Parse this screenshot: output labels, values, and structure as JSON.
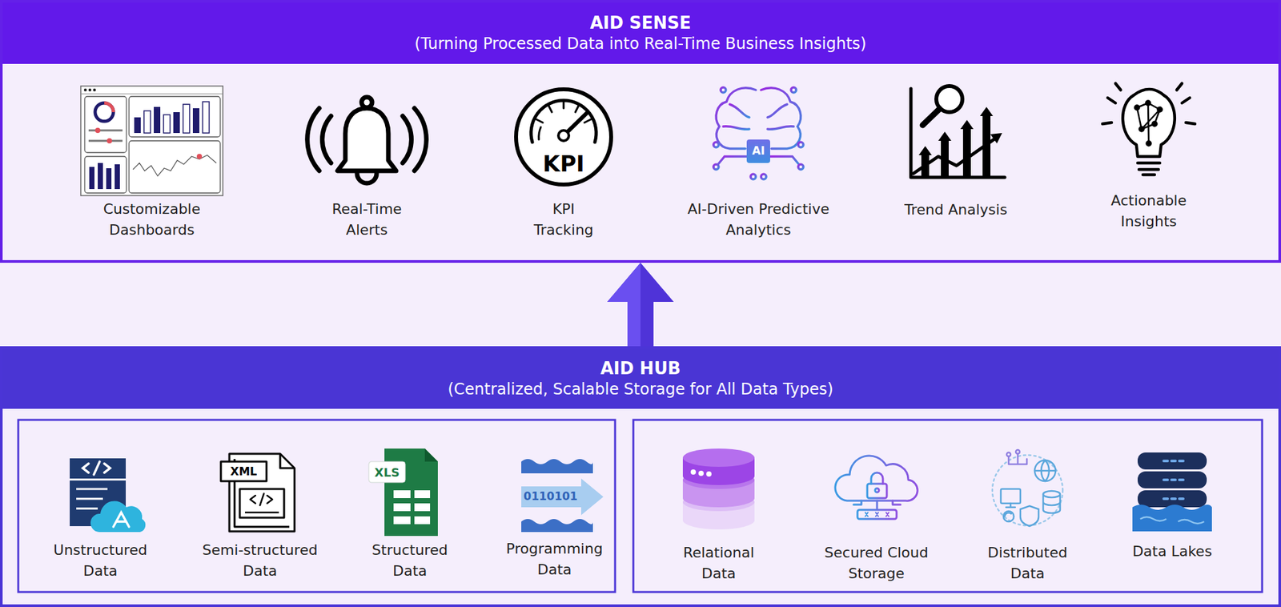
{
  "diagram": {
    "nodes": [
      {
        "text": [
          "AID SENSE",
          "(Turning Processed Data into Real-Time Business Insights)"
        ]
      },
      {
        "text": [
          "AID HUB",
          "(Centralized, Scalable Storage for All Data Types)"
        ]
      }
    ],
    "edges": [
      {
        "from": 1,
        "to": 0,
        "arrow": "to"
      }
    ],
    "labels": [
      "Customizable Dashboards",
      "Real-Time Alerts",
      "KPI",
      "KPI Tracking",
      "AI",
      "AI-Driven Predictive Analytics",
      "Trend Analysis",
      "Actionable Insights",
      "Unstructured Data",
      "XML",
      "Semi-structured Data",
      "XLS",
      "Structured Data",
      "0110101",
      "Programming Data",
      "Relational Data",
      "Secured Cloud Storage",
      "Distributed Data",
      "Data Lakes"
    ]
  }
}
